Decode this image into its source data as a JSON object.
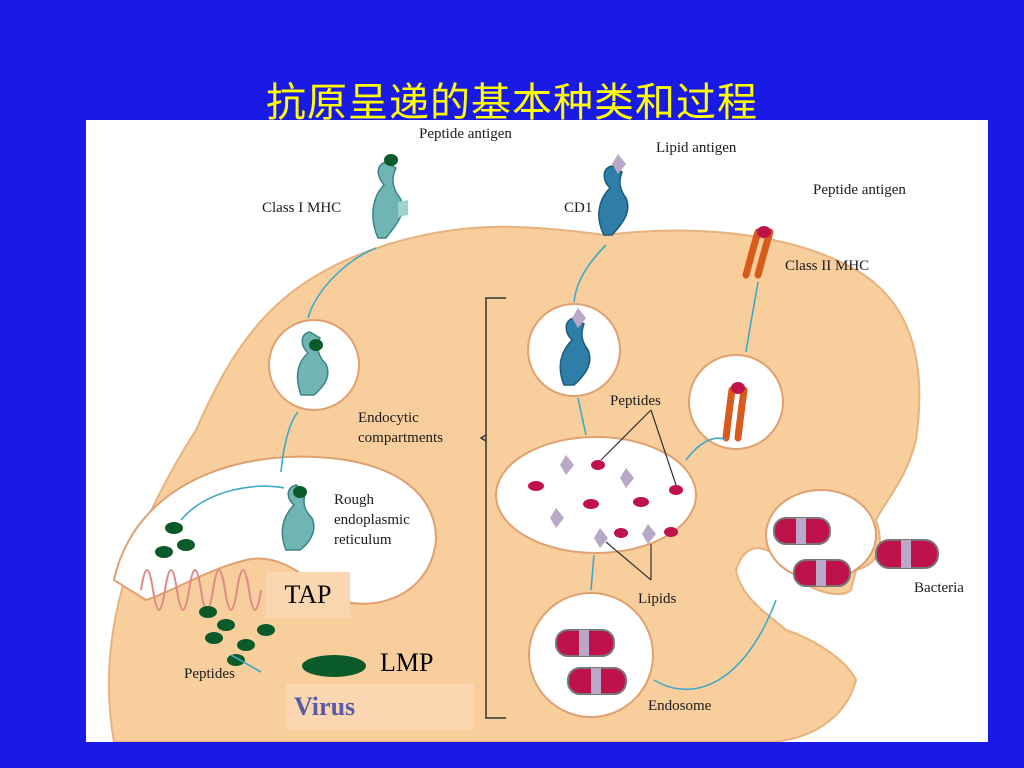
{
  "slide": {
    "title": "抗原呈递的基本种类和过程",
    "colors": {
      "background": "#1a1ae6",
      "title": "#ffff00",
      "cell": "#f8ce9c",
      "mhc1": "#6fb5b4",
      "cd1": "#2e7ea8",
      "mhc2": "#d85a1c",
      "peptide": "#c0124a",
      "lipid": "#b9a8c8",
      "er_peptide": "#0a5a2a"
    }
  },
  "diagram": {
    "labels": {
      "peptide_antigen_1": "Peptide antigen",
      "class_i_mhc": "Class I MHC",
      "lipid_antigen": "Lipid antigen",
      "cd1": "CD1",
      "peptide_antigen_2": "Peptide antigen",
      "class_ii_mhc": "Class II MHC",
      "endocytic_1": "Endocytic",
      "endocytic_2": "compartments",
      "peptides_center": "Peptides",
      "rough_1": "Rough",
      "rough_2": "endoplasmic",
      "rough_3": "reticulum",
      "lipids": "Lipids",
      "bacteria": "Bacteria",
      "endosome": "Endosome",
      "peptides_left": "Peptides"
    },
    "overlays": {
      "tap": "TAP",
      "lmp": "LMP",
      "virus": "Virus"
    }
  }
}
